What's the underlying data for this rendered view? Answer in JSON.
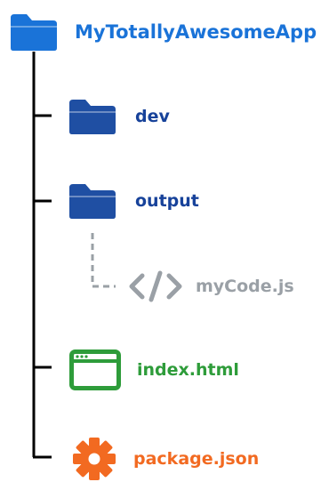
{
  "colors": {
    "folder": "#1f4fa3",
    "root_folder": "#1a73d8",
    "root_text": "#1a73d8",
    "folder_text": "#17429a",
    "code": "#9aa0a6",
    "html": "#2e9c3a",
    "package": "#f26a21",
    "tree_line": "#000000"
  },
  "root": {
    "label": "MyTotallyAwesomeApp",
    "icon": "folder-icon"
  },
  "items": [
    {
      "label": "dev",
      "icon": "folder-icon"
    },
    {
      "label": "output",
      "icon": "folder-icon"
    },
    {
      "label": "myCode.js",
      "icon": "code-icon"
    },
    {
      "label": "index.html",
      "icon": "browser-window-icon"
    },
    {
      "label": "package.json",
      "icon": "gear-icon"
    }
  ]
}
